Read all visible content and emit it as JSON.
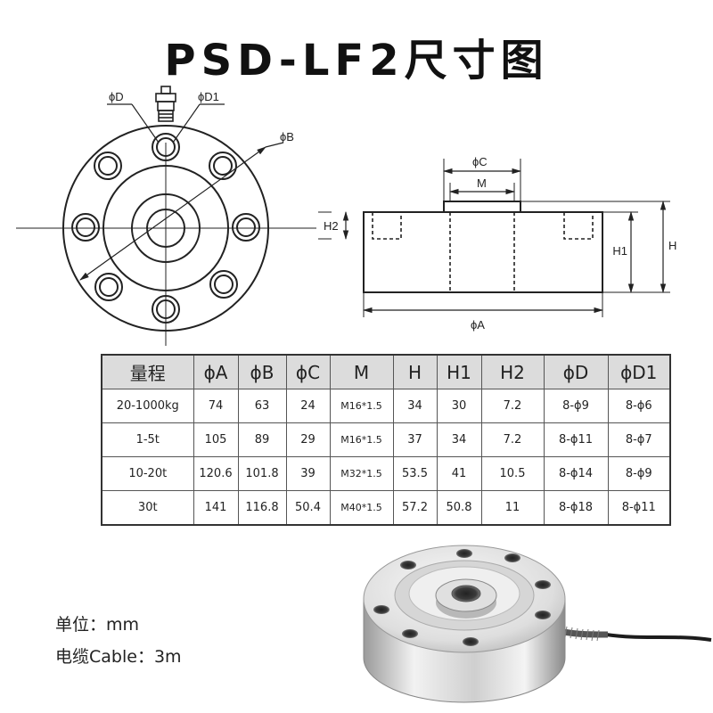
{
  "title": "PSD-LF2尺寸图",
  "top_view_labels": {
    "phi_d": "ϕD",
    "phi_d1": "ϕD1",
    "phi_b": "ϕB"
  },
  "side_view_labels": {
    "phi_c": "ϕC",
    "m": "M",
    "h2": "H2",
    "h1": "H1",
    "h": "H",
    "phi_a": "ϕA"
  },
  "table": {
    "headers": [
      "量程",
      "ϕA",
      "ϕB",
      "ϕC",
      "M",
      "H",
      "H1",
      "H2",
      "ϕD",
      "ϕD1"
    ],
    "rows": [
      [
        "20-1000kg",
        "74",
        "63",
        "24",
        "M16*1.5",
        "34",
        "30",
        "7.2",
        "8-ϕ9",
        "8-ϕ6"
      ],
      [
        "1-5t",
        "105",
        "89",
        "29",
        "M16*1.5",
        "37",
        "34",
        "7.2",
        "8-ϕ11",
        "8-ϕ7"
      ],
      [
        "10-20t",
        "120.6",
        "101.8",
        "39",
        "M32*1.5",
        "53.5",
        "41",
        "10.5",
        "8-ϕ14",
        "8-ϕ9"
      ],
      [
        "30t",
        "141",
        "116.8",
        "50.4",
        "M40*1.5",
        "57.2",
        "50.8",
        "11",
        "8-ϕ18",
        "8-ϕ11"
      ]
    ]
  },
  "notes": {
    "unit": "单位：mm",
    "cable": "电缆Cable：3m"
  },
  "colors": {
    "line": "#222222",
    "table_header_bg": "#dcdcdc",
    "steel_light": "#e8e8e8",
    "steel_dark": "#8e8e8e"
  }
}
